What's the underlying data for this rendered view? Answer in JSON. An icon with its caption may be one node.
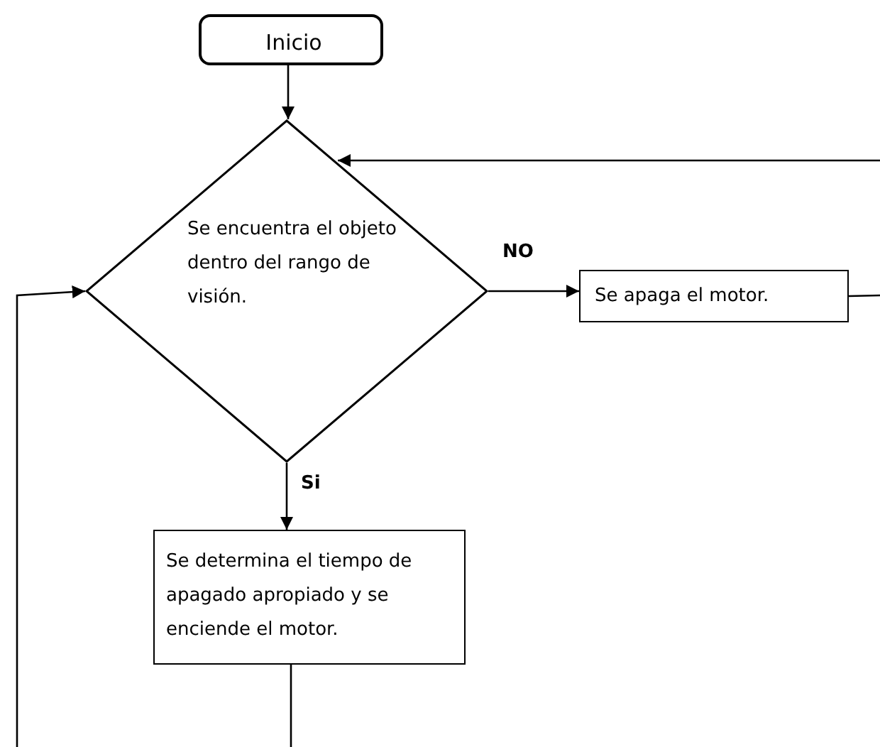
{
  "diagram": {
    "nodes": [
      {
        "text": [
          "Inicio"
        ]
      },
      {
        "text": [
          "Se encuentra el objeto dentro del rango de visión."
        ]
      },
      {
        "text": [
          "Se apaga el motor."
        ]
      },
      {
        "text": [
          "Se determina el tiempo de apagado apropiado y se enciende el motor."
        ]
      }
    ],
    "edges": [
      {
        "from": 0,
        "to": 1,
        "arrow": "to"
      },
      {
        "from": 1,
        "to": 2,
        "arrow": "to",
        "label": "NO"
      },
      {
        "from": 1,
        "to": 3,
        "arrow": "to",
        "label": "Si"
      },
      {
        "from": 2,
        "to": null,
        "arrow": "none"
      },
      {
        "from": null,
        "to": 1,
        "arrow": "to"
      },
      {
        "from": 3,
        "to": null,
        "arrow": "none"
      },
      {
        "from": null,
        "to": 1,
        "arrow": "to"
      }
    ]
  }
}
